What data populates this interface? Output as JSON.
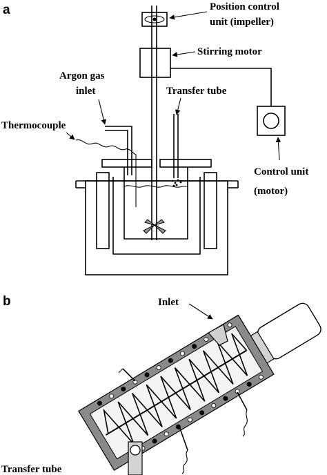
{
  "panel_a": {
    "letter": "a",
    "labels": {
      "position_control_line1": "Position control",
      "position_control_line2": "unit (impeller)",
      "stirring_motor": "Stirring motor",
      "argon_line1": "Argon gas",
      "argon_line2": "inlet",
      "transfer_tube": "Transfer tube",
      "thermocouple": "Thermocouple",
      "control_unit_line1": "Control unit",
      "control_unit_line2": "(motor)"
    }
  },
  "panel_b": {
    "letter": "b",
    "labels": {
      "inlet": "Inlet",
      "transfer_tube": "Transfer tube"
    }
  }
}
